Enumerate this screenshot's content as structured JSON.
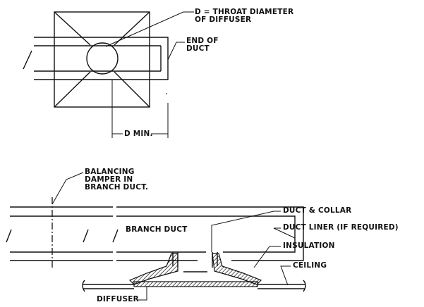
{
  "plan_view": {
    "throat_label_line1": "D = THROAT DIAMETER",
    "throat_label_line2": "OF DIFFUSER",
    "end_label_line1": "END OF",
    "end_label_line2": "DUCT",
    "dimension_label": "D MIN."
  },
  "section_view": {
    "damper_line1": "BALANCING",
    "damper_line2": "DAMPER IN",
    "damper_line3": "BRANCH DUCT.",
    "branch_duct": "BRANCH DUCT",
    "duct_collar": "DUCT & COLLAR",
    "duct_liner": "DUCT LINER (IF REQUIRED)",
    "insulation": "INSULATION",
    "ceiling": "CEILING",
    "diffuser": "DIFFUSER"
  }
}
